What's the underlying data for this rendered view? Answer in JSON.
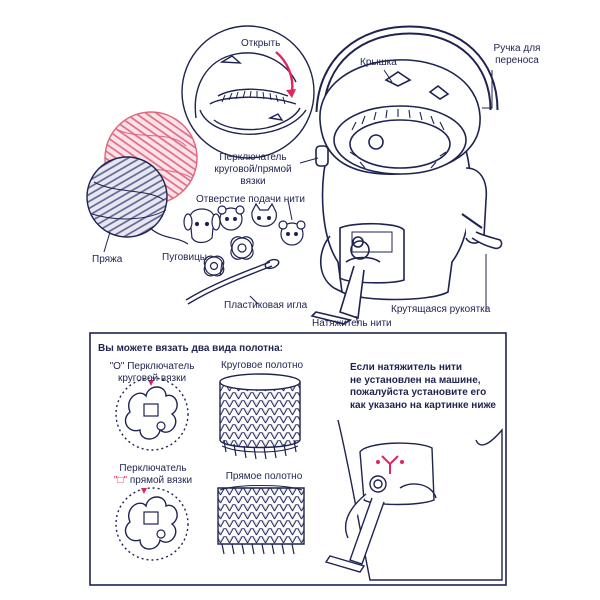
{
  "labels": {
    "open": "Открыть",
    "lid": "Крышка",
    "handle_line1": "Ручка для",
    "handle_line2": "переноса",
    "switch_line1": "Перключатель",
    "switch_line2": "круговой/прямой",
    "switch_line3": "вязки",
    "feed_hole": "Отверстие подачи нити",
    "yarn": "Пряжа",
    "buttons": "Пуговицы",
    "needle": "Пластиковая игла",
    "crank": "Крутящаяся рукоятка",
    "tensioner": "Натяжитель нити"
  },
  "panel": {
    "heading": "Вы можете вязать два вида полотна:",
    "round_switch_line1": "\"O\" Перключатель",
    "round_switch_line2": "круговой вязки",
    "round_fabric": "Круговое полотно",
    "straight_switch_prefix": "Перключатель",
    "straight_switch_symbol": "\"□\"",
    "straight_switch_line2": "прямой вязки",
    "straight_fabric": "Прямое полотно",
    "note_line1": "Если натяжитель нити",
    "note_line2": "не установлен  на машине,",
    "note_line3": "пожалуйста установите его",
    "note_line4": "как указано на картинке ниже"
  },
  "colors": {
    "ink": "#1e2350",
    "pink": "#e0245e",
    "pink_yarn": "#f1a9b8",
    "navy_yarn": "#8f94b8"
  },
  "icons": [
    "open-arrow-icon",
    "circle-switch-icon",
    "square-switch-icon"
  ]
}
